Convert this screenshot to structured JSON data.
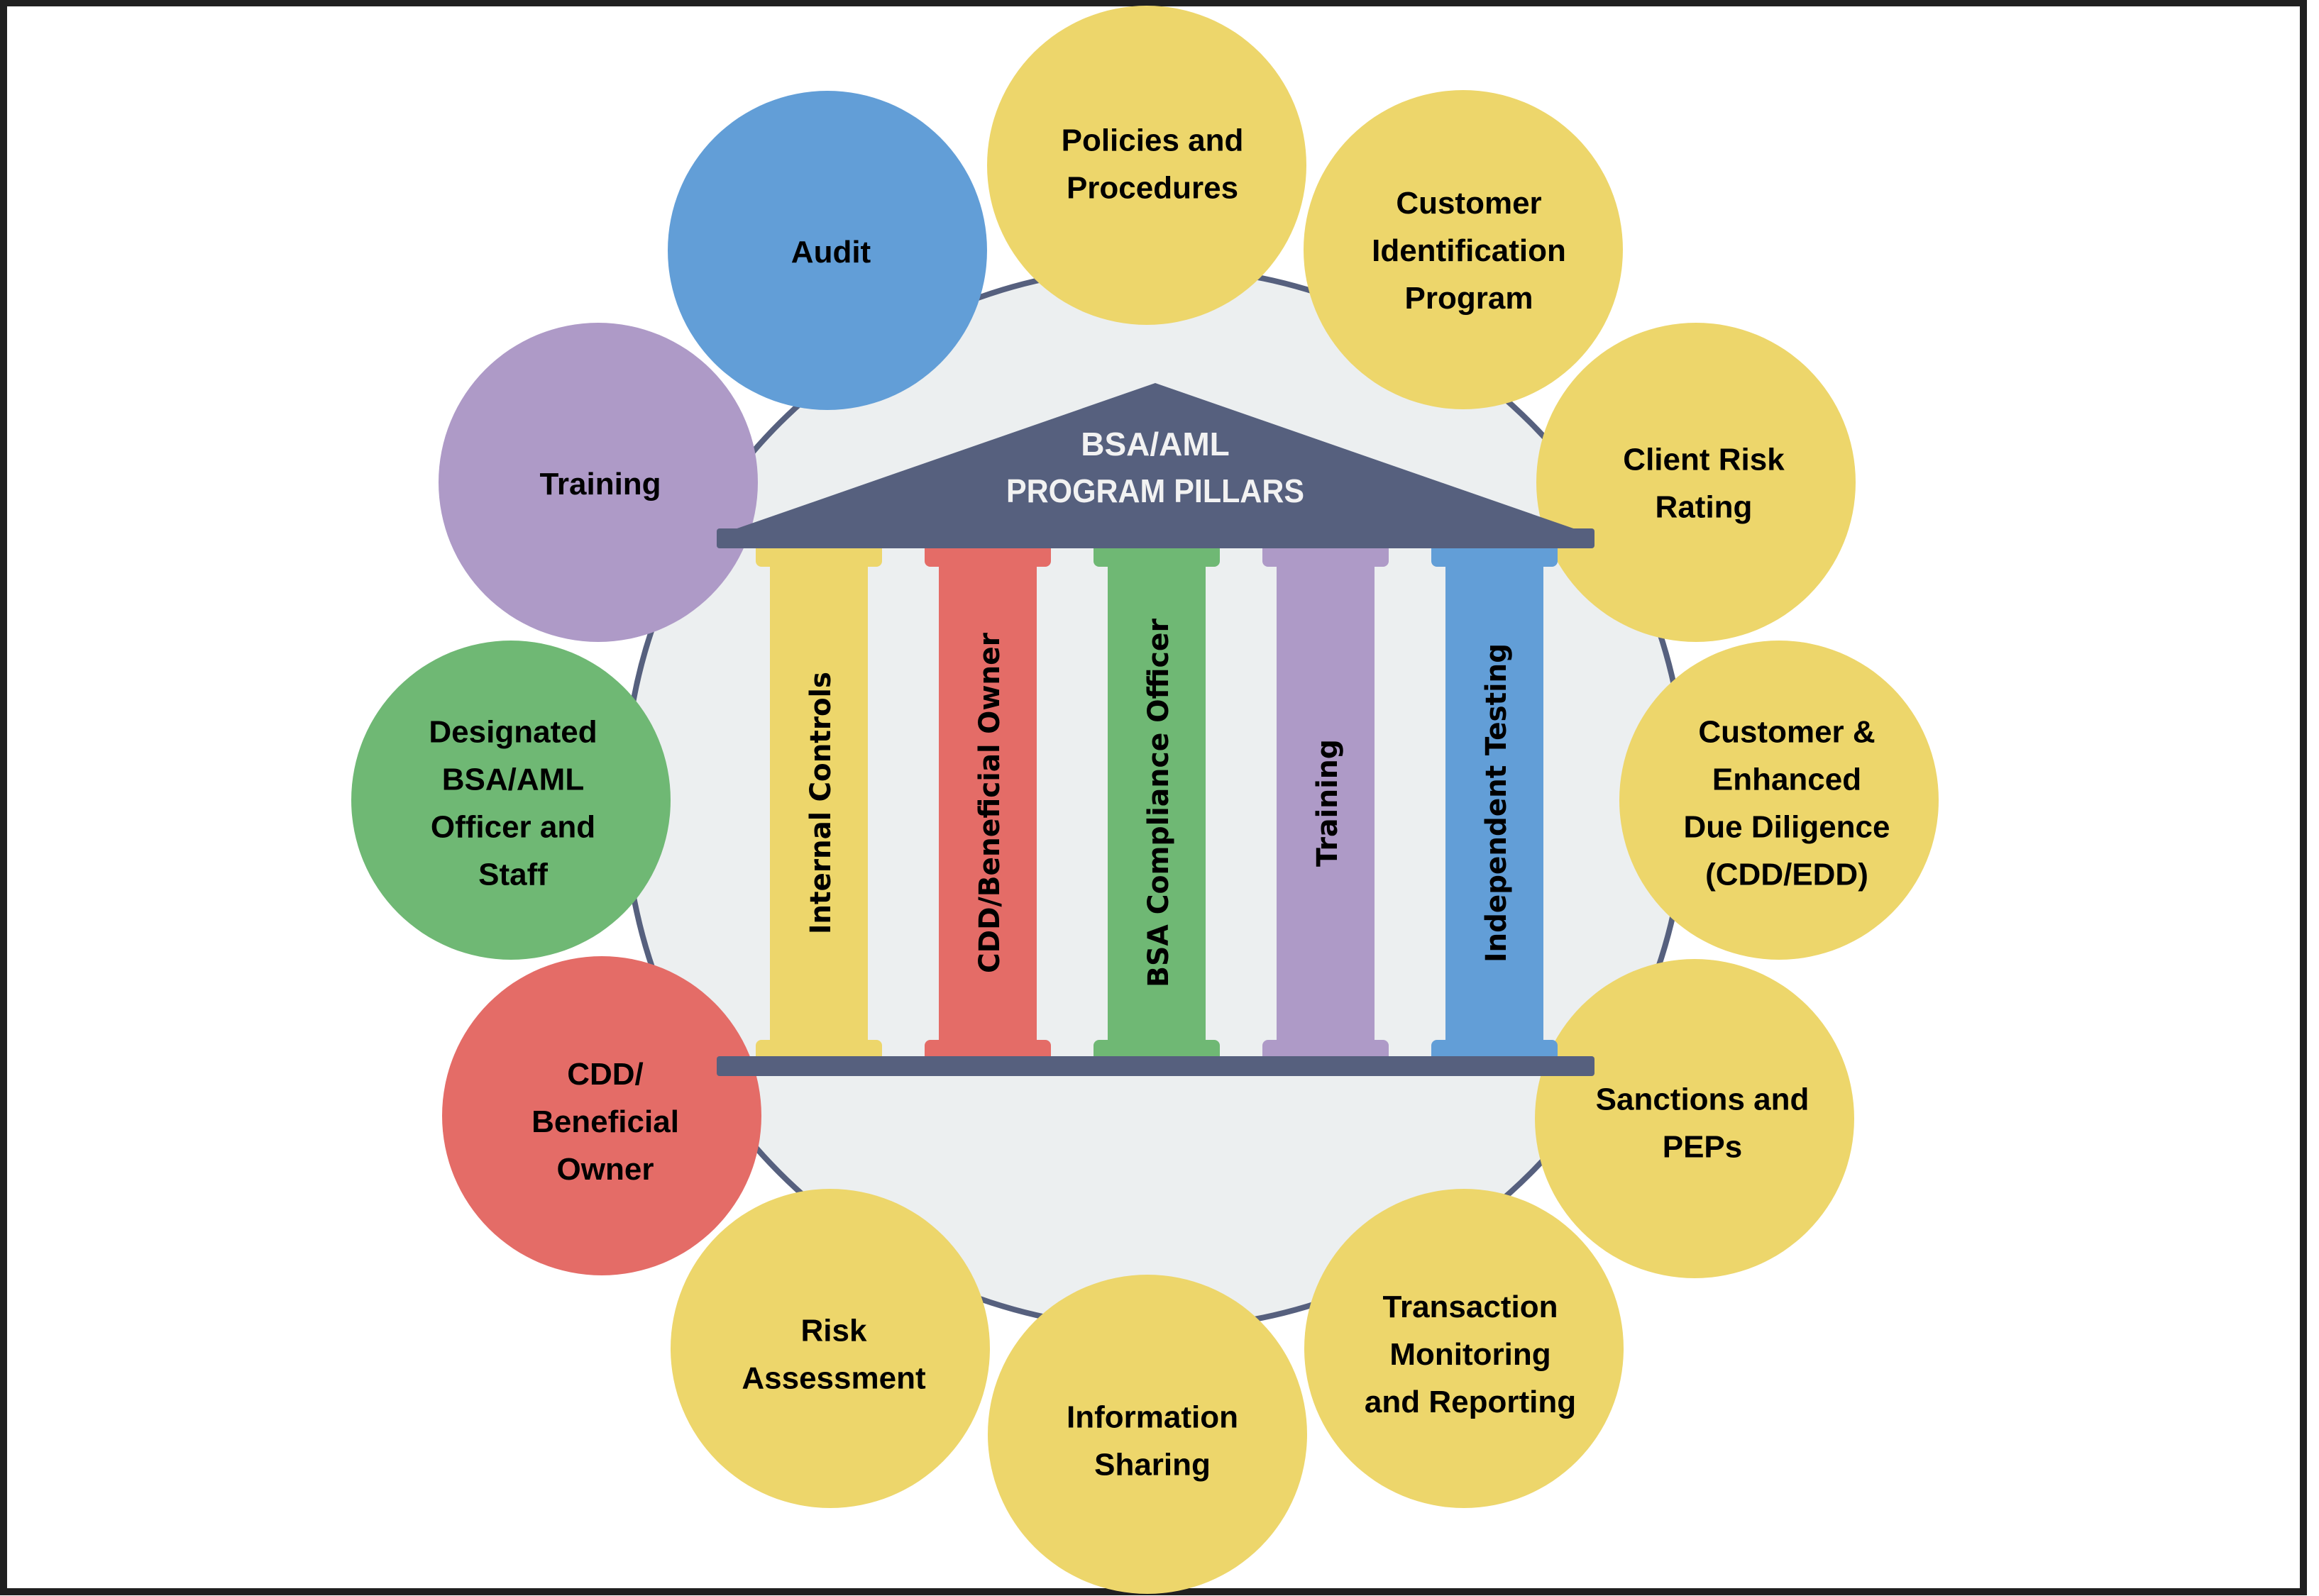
{
  "title": {
    "line1": "BSA/AML",
    "line2": "PROGRAM PILLARS"
  },
  "colors": {
    "yellow": "#EDD66B",
    "blue": "#629ED7",
    "purple": "#AE9AC7",
    "green": "#6FB874",
    "red": "#E46C67",
    "slate": "#56607E",
    "hub_fill": "#ECEFF0",
    "frame": "#202020",
    "roof_text": "#F2F2F2"
  },
  "pillars": [
    {
      "label": "Internal Controls",
      "color": "yellow"
    },
    {
      "label": "CDD/Beneficial Owner",
      "color": "red"
    },
    {
      "label": "BSA Compliance Officer",
      "color": "green"
    },
    {
      "label": "Training",
      "color": "purple"
    },
    {
      "label": "Independent Testing",
      "color": "blue"
    }
  ],
  "nodes": [
    {
      "id": "policies-and-procedures",
      "lines": [
        "Policies and",
        "Procedures"
      ],
      "color": "yellow"
    },
    {
      "id": "customer-identification-program",
      "lines": [
        "Customer",
        "Identification",
        "Program"
      ],
      "color": "yellow"
    },
    {
      "id": "client-risk-rating",
      "lines": [
        "Client Risk",
        "Rating"
      ],
      "color": "yellow"
    },
    {
      "id": "customer-enhanced-due-diligence",
      "lines": [
        "Customer &",
        "Enhanced",
        "Due Diligence",
        "(CDD/EDD)"
      ],
      "color": "yellow"
    },
    {
      "id": "sanctions-and-peps",
      "lines": [
        "Sanctions and",
        "PEPs"
      ],
      "color": "yellow"
    },
    {
      "id": "transaction-monitoring-and-reporting",
      "lines": [
        "Transaction",
        "Monitoring",
        "and Reporting"
      ],
      "color": "yellow"
    },
    {
      "id": "information-sharing",
      "lines": [
        "Information",
        "Sharing"
      ],
      "color": "yellow"
    },
    {
      "id": "risk-assessment",
      "lines": [
        "Risk",
        "Assessment"
      ],
      "color": "yellow"
    },
    {
      "id": "cdd-beneficial-owner",
      "lines": [
        "CDD/",
        "Beneficial",
        "Owner"
      ],
      "color": "red"
    },
    {
      "id": "designated-bsa-aml-officer-and-staff",
      "lines": [
        "Designated",
        "BSA/AML",
        "Officer and",
        "Staff"
      ],
      "color": "green"
    },
    {
      "id": "training",
      "lines": [
        "Training"
      ],
      "color": "purple"
    },
    {
      "id": "audit",
      "lines": [
        "Audit"
      ],
      "color": "blue"
    }
  ]
}
